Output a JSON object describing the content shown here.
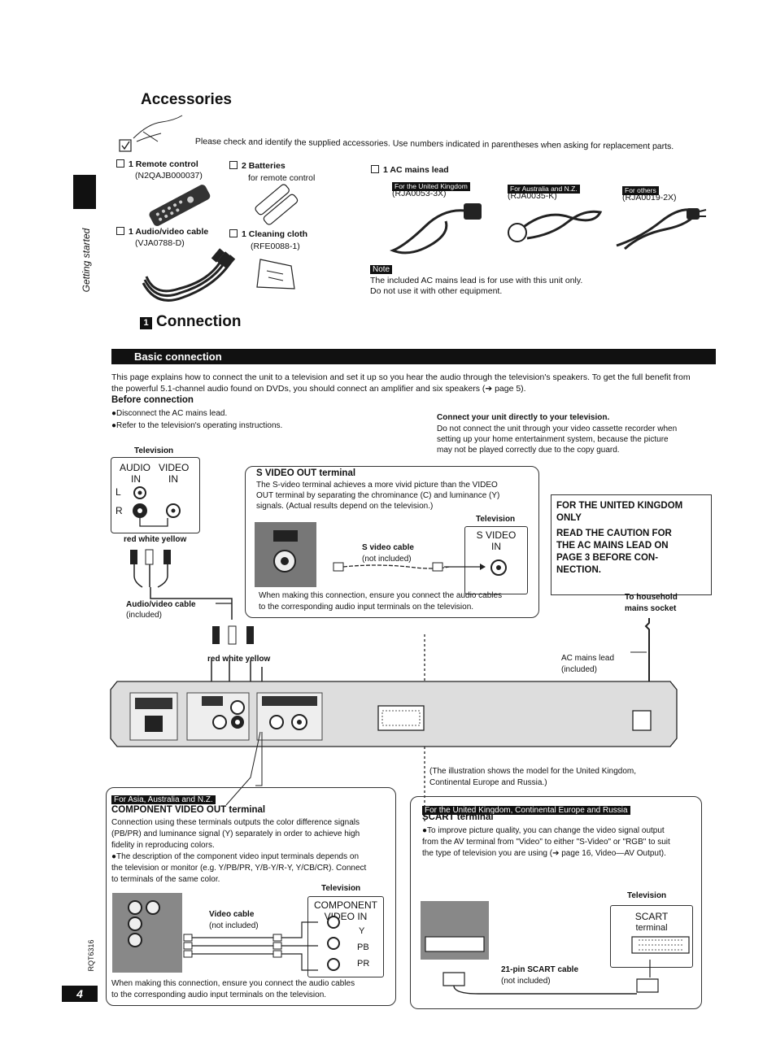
{
  "accessories": {
    "heading": "Accessories",
    "intro": "Please check and identify the supplied accessories. Use numbers indicated in parentheses when asking for replacement parts.",
    "remote": {
      "label": "1 Remote control",
      "code": "(N2QAJB000037)"
    },
    "batteries": {
      "label": "2 Batteries",
      "sub": "for remote control"
    },
    "av_cable": {
      "label": "1 Audio/video cable",
      "code": "(VJA0788-D)"
    },
    "cloth": {
      "label": "1 Cleaning cloth",
      "code": "(RFE0088-1)"
    },
    "ac_lead": {
      "label": "1 AC mains lead"
    },
    "leads": [
      {
        "region": "For the United Kingdom",
        "code": "(RJA0053-3X)"
      },
      {
        "region": "For Australia and N.Z.",
        "code": "(RJA0035-K)"
      },
      {
        "region": "For others",
        "code": "(RJA0019-2X)"
      }
    ],
    "note_tag": "Note",
    "note_lines": [
      "The included AC mains lead is for use with this unit only.",
      "Do not use it with other equipment."
    ]
  },
  "side_tab": "Getting started",
  "connection": {
    "number": "1",
    "heading": "Connection",
    "banner": "Basic connection",
    "intro_l1": "This page explains how to connect the unit to a television and set it up so you hear the audio through the television's speakers. To get the full benefit from",
    "intro_l2": "the powerful 5.1-channel audio found on DVDs, you should connect an amplifier and six speakers (➔ page 5).",
    "before_heading": "Before connection",
    "before_items": [
      "●Disconnect the AC mains lead.",
      "●Refer to the television's operating instructions."
    ],
    "direct_heading": "Connect your unit directly to your television.",
    "direct_lines": [
      "Do not connect the unit through your video cassette recorder when",
      "setting up your home entertainment system, because the picture",
      "may not be played correctly due to the copy guard."
    ]
  },
  "tv_main": {
    "label": "Television",
    "audio_in": "AUDIO",
    "in1": "IN",
    "video_in": "VIDEO",
    "in2": "IN",
    "l": "L",
    "r": "R"
  },
  "plug_colors_top": "red white yellow",
  "plug_colors_bottom": "red white yellow",
  "av_cable_label": "Audio/video cable",
  "av_cable_sub": "(included)",
  "svideo": {
    "heading": "S VIDEO OUT terminal",
    "lines": [
      "The S-video terminal achieves a more vivid picture than the VIDEO",
      "OUT terminal by separating the chrominance (C) and luminance (Y)",
      "signals. (Actual results depend on the television.)"
    ],
    "tv_label": "Television",
    "tv_in1": "S VIDEO",
    "tv_in2": "IN",
    "cable": "S video cable",
    "cable_sub": "(not included)",
    "footer_l1": "When making this connection, ensure you connect the audio cables",
    "footer_l2": "to the corresponding audio input terminals on the television."
  },
  "uk_caution": {
    "l1": "FOR THE UNITED KINGDOM",
    "l2": "ONLY",
    "l3": "READ THE CAUTION FOR",
    "l4": "THE AC MAINS LEAD ON",
    "l5": "PAGE 3 BEFORE CON-",
    "l6": "NECTION."
  },
  "household_l1": "To household",
  "household_l2": "mains socket",
  "ac_mains_lead": "AC mains lead",
  "ac_included": "(included)",
  "illustration_l1": "(The illustration shows the model for the United Kingdom,",
  "illustration_l2": "Continental Europe and Russia.)",
  "component": {
    "region": "For Asia, Australia and N.Z.",
    "heading": "COMPONENT VIDEO OUT terminal",
    "lines": [
      "Connection using these terminals outputs the color difference signals",
      "(PB/PR) and luminance signal (Y) separately in order to achieve high",
      "fidelity in reproducing colors.",
      "●The description of the component video input terminals depends on",
      "the television or monitor (e.g. Y/PB/PR, Y/B-Y/R-Y, Y/CB/CR). Connect",
      "to terminals of the same color."
    ],
    "tv_label": "Television",
    "tv_in1": "COMPONENT",
    "tv_in2": "VIDEO IN",
    "y": "Y",
    "pb": "PB",
    "pr": "PR",
    "cable": "Video cable",
    "cable_sub": "(not included)",
    "footer_l1": "When making this connection, ensure you connect the audio cables",
    "footer_l2": "to the corresponding audio input terminals on the television."
  },
  "scart": {
    "region": "For the United Kingdom, Continental Europe and Russia",
    "heading": "SCART terminal",
    "lines": [
      "●To improve picture quality, you can change the video signal output",
      "from the AV terminal from \"Video\" to either \"S-Video\" or \"RGB\" to suit",
      "the type of television you are using (➔ page 16, Video—AV Output)."
    ],
    "tv_label": "Television",
    "tv_in1": "SCART",
    "tv_in2": "terminal",
    "cable": "21-pin SCART cable",
    "cable_sub": "(not included)"
  },
  "footer": {
    "code": "RQT6316",
    "page": "4"
  }
}
